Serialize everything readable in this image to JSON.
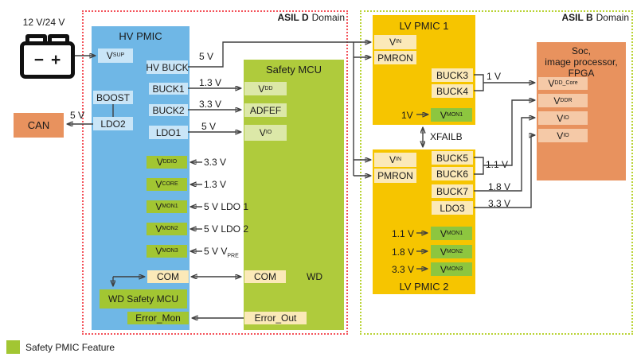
{
  "palette": {
    "hv_pmic_blue": "#6FB7E6",
    "port_light_blue": "#C9E5F7",
    "mcu_green": "#AFCB3C",
    "port_pale_green": "#DCE8A8",
    "safety_feature_green": "#A2C632",
    "lv_mon_green": "#8DC63F",
    "lv_pmic_yellow": "#F6C500",
    "port_cream": "#FBE9B8",
    "soc_orange": "#E8925E",
    "port_light_orange": "#F5C9A7",
    "asil_d_border": "#F4525A",
    "asil_b_border": "#B9D335",
    "wire": "#3f3f3f"
  },
  "battery": {
    "label": "12 V/24 V",
    "minus": "−",
    "plus": "+"
  },
  "can": {
    "label": "CAN"
  },
  "domains": {
    "asil_d": {
      "bold": "ASIL D",
      "rest": "Domain"
    },
    "asil_b": {
      "bold": "ASIL B",
      "rest": "Domain"
    }
  },
  "hv_pmic": {
    "title": "HV PMIC",
    "vsup": {
      "base": "V",
      "sub": "SUP"
    },
    "hv_buck": "HV BUCK",
    "buck1": "BUCK1",
    "buck2": "BUCK2",
    "ldo1": "LDO1",
    "boost": "BOOST",
    "ldo2": "LDO2",
    "vddio": {
      "base": "V",
      "sub": "DDIO"
    },
    "vcore": {
      "base": "V",
      "sub": "CORE"
    },
    "vmon1": {
      "base": "V",
      "sub": "MON1"
    },
    "vmon2": {
      "base": "V",
      "sub": "MON2"
    },
    "vmon3": {
      "base": "V",
      "sub": "MON3"
    },
    "com": "COM",
    "wd_safety_mcu": "WD Safety MCU",
    "error_mon": "Error_Mon"
  },
  "safety_mcu": {
    "title": "Safety MCU",
    "vdd": {
      "base": "V",
      "sub": "DD"
    },
    "adfef": "ADFEF",
    "vio": {
      "base": "V",
      "sub": "IO"
    },
    "com": "COM",
    "wd": "WD",
    "error_out": "Error_Out"
  },
  "lv_pmic1": {
    "title": "LV PMIC 1",
    "vin": {
      "base": "V",
      "sub": "IN"
    },
    "pmron": "PMRON",
    "buck3": "BUCK3",
    "buck4": "BUCK4",
    "vmon1": {
      "base": "V",
      "sub": "MON1"
    },
    "vmon1_in": "1V"
  },
  "lv_pmic2": {
    "title": "LV PMIC 2",
    "vin": {
      "base": "V",
      "sub": "IN"
    },
    "pmron": "PMRON",
    "buck5": "BUCK5",
    "buck6": "BUCK6",
    "buck7": "BUCK7",
    "ldo3": "LDO3",
    "vmon1": {
      "base": "V",
      "sub": "MON1"
    },
    "vmon2": {
      "base": "V",
      "sub": "MON2"
    },
    "vmon3": {
      "base": "V",
      "sub": "MON3"
    },
    "vmon1_in": "1.1 V",
    "vmon2_in": "1.8 V",
    "vmon3_in": "3.3 V"
  },
  "soc": {
    "title1": "Soc,",
    "title2": "image processor,",
    "title3": "FPGA",
    "vdd_core": {
      "base": "V",
      "sub": "DD_Core"
    },
    "vddr": {
      "base": "V",
      "sub": "DDR"
    },
    "vio1": {
      "base": "V",
      "sub": "IO"
    },
    "vio2": {
      "base": "V",
      "sub": "IO"
    }
  },
  "xfailb": "XFAILB",
  "wire_labels": {
    "ldo2_to_can": "5 V",
    "hv_buck_out": "5 V",
    "buck1_out": "1.3 V",
    "buck2_out": "3.3 V",
    "ldo1_out": "5 V",
    "vddio_in": "3.3 V",
    "vcore_in": "1.3 V",
    "vmon1_in": "5 V LDO 1",
    "vmon2_in": "5 V LDO 2",
    "vmon3_in": {
      "base": "5 V V",
      "sub": "PRE"
    },
    "buck34_out": "1 V",
    "buck56_out": "1.1 V",
    "buck7_out": "1.8 V",
    "ldo3_out": "3.3 V"
  },
  "legend": {
    "label": "Safety PMIC Feature"
  }
}
